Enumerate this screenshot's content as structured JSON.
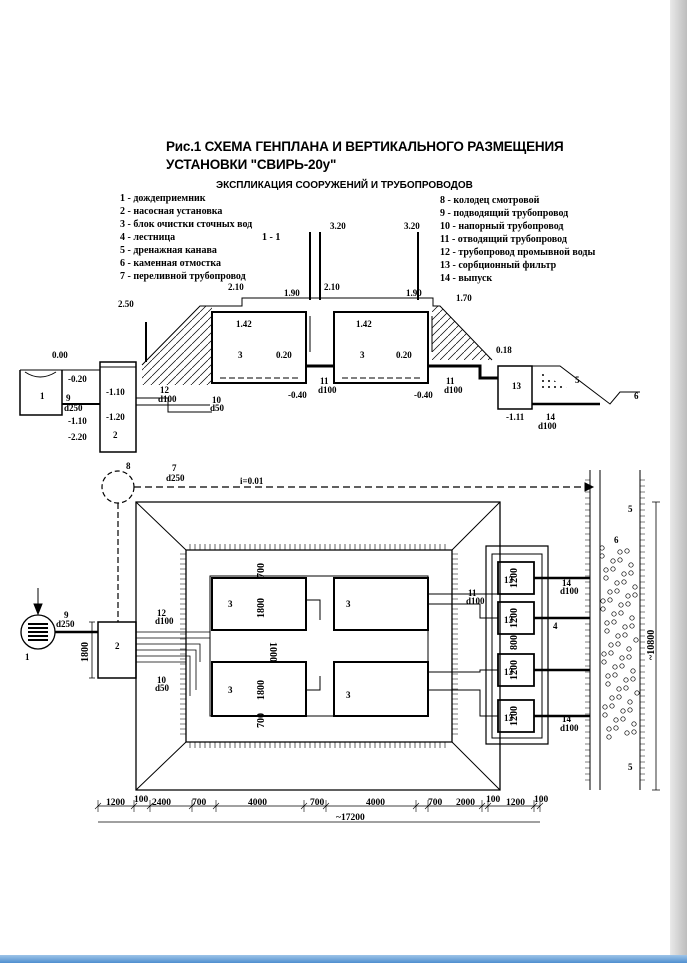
{
  "title_line1": "Рис.1 СХЕМА ГЕНПЛАНА И ВЕРТИКАЛЬНОГО РАЗМЕЩЕНИЯ",
  "title_line2": "УСТАНОВКИ \"СВИРЬ-20у\"",
  "explication_title": "ЭКСПЛИКАЦИЯ СООРУЖЕНИЙ И ТРУБОПРОВОДОВ",
  "section_label": "1 - 1",
  "legend_left": [
    "1 - дождеприемник",
    "2 - насосная установка",
    "3 - блок очистки сточных вод",
    "4 - лестница",
    "5 - дренажная канава",
    "6 - каменная отмостка",
    "7 - переливной трубопровод"
  ],
  "legend_right": [
    "8 - колодец смотровой",
    "9 - подводящий трубопровод",
    "10 - напорный трубопровод",
    "11 - отводящий трубопровод",
    "12 -  трубопровод промывной воды",
    "13 - сорбционный фильтр",
    "14 - выпуск"
  ],
  "section": {
    "elev_250": "2.50",
    "elev_210a": "2.10",
    "elev_190a": "1.90",
    "elev_320a": "3.20",
    "elev_210b": "2.10",
    "elev_190b": "1.90",
    "elev_320b": "3.20",
    "elev_170": "1.70",
    "elev_000": "0.00",
    "elev_m020": "-0.20",
    "elev_m110a": "-1.10",
    "elev_m120": "-1.20",
    "elev_m110b": "-1.10",
    "elev_m220": "-2.20",
    "elev_142a": "1.42",
    "elev_142b": "1.42",
    "elev_020a": "0.20",
    "elev_020b": "0.20",
    "elev_m040a": "-0.40",
    "elev_m040b": "-0.40",
    "elev_018": "0.18",
    "elev_m111": "-1.11",
    "n1": "1",
    "n2": "2",
    "n3a": "3",
    "n3b": "3",
    "n5": "5",
    "n6": "6",
    "n9": "9",
    "n10": "10",
    "n11a": "11",
    "n11b": "11",
    "n12": "12",
    "n13": "13",
    "n14": "14",
    "d250": "d250",
    "d100a": "d100",
    "d50": "d50",
    "d100b": "d100",
    "d100c": "d100",
    "d100d": "d100"
  },
  "plan": {
    "n8": "8",
    "n7": "7",
    "d250_top": "d250",
    "slope": "i=0.01",
    "n9": "9",
    "d250_left": "d250",
    "n1": "1",
    "n2": "2",
    "dim_1800_left": "1800",
    "n12": "12",
    "d100_12": "d100",
    "n10": "10",
    "d50_10": "d50",
    "n11": "11",
    "d100_11": "d100",
    "n4": "4",
    "n5a": "5",
    "n5b": "5",
    "n6": "6",
    "n14a": "14",
    "d100_14a": "d100",
    "n14b": "14",
    "d100_14b": "d100",
    "n3": [
      "3",
      "3",
      "3",
      "3"
    ],
    "n13": [
      "13",
      "13",
      "13",
      "13"
    ],
    "dim_700a": "700",
    "dim_1800a": "1800",
    "dim_1000": "1000",
    "dim_1800b": "1800",
    "dim_700b": "700",
    "f1200": [
      "1200",
      "1200",
      "1200",
      "1200"
    ],
    "dim_800": "800",
    "dim_10800": "~10800"
  },
  "dims_bottom": [
    "1200",
    "100",
    "2400",
    "700",
    "4000",
    "700",
    "4000",
    "700",
    "2000",
    "100",
    "1200",
    "100"
  ],
  "dim_total": "~17200"
}
